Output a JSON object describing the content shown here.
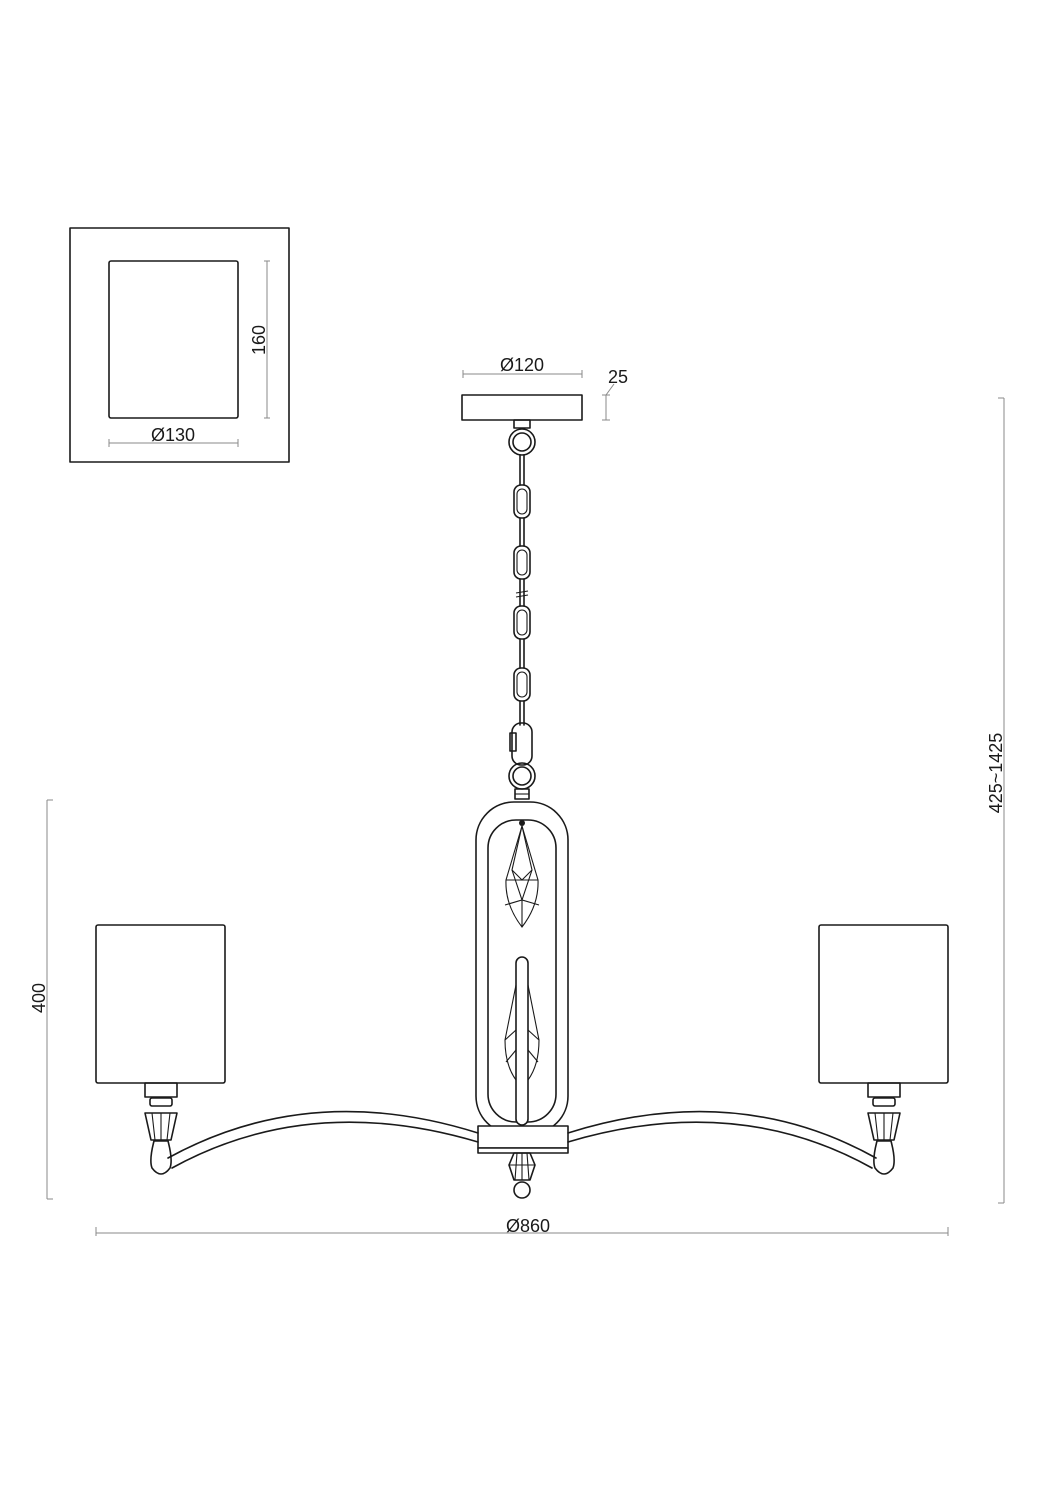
{
  "drawing": {
    "title": "Chandelier dimension drawing",
    "units": "mm",
    "line_color": "#1a1a1a",
    "dimension_line_color": "#8a8a8a",
    "background": "#ffffff"
  },
  "shade_detail": {
    "diameter_label": "Ø130",
    "height_label": "160"
  },
  "canopy": {
    "diameter_label": "Ø120",
    "height_label": "25"
  },
  "overall": {
    "width_label": "Ø860",
    "body_height_label": "400",
    "total_height_label": "425~1425"
  },
  "components": {
    "shades": 3,
    "arms": 2,
    "chain_links": 4,
    "crystal_drops": 2
  }
}
